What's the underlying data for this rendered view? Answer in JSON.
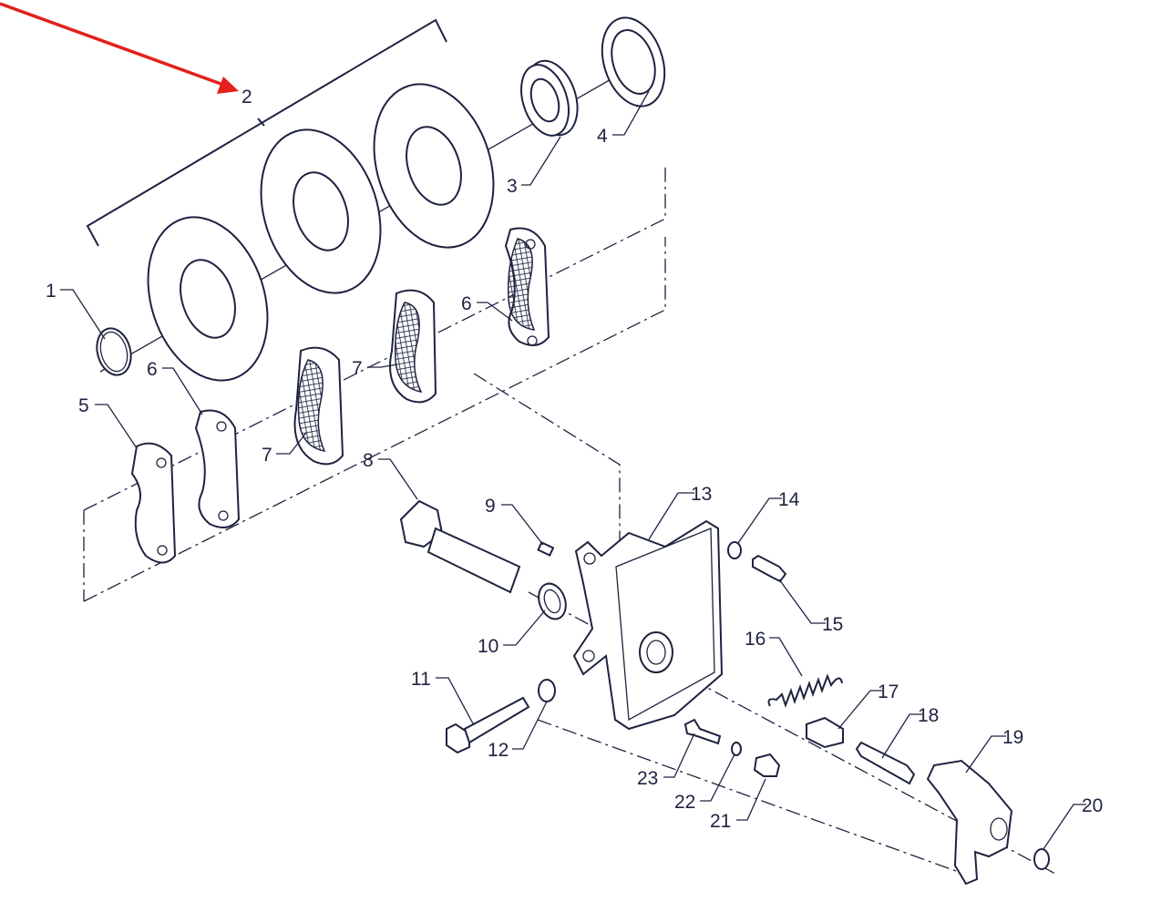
{
  "diagram": {
    "highlight_color": "#e3201b",
    "line_color": "#1e2340",
    "highlighted_callout": "2",
    "callouts": {
      "c1": "1",
      "c2": "2",
      "c3": "3",
      "c4": "4",
      "c5": "5",
      "c6a": "6",
      "c6b": "6",
      "c7a": "7",
      "c7b": "7",
      "c8": "8",
      "c9": "9",
      "c10": "10",
      "c11": "11",
      "c12": "12",
      "c13": "13",
      "c14": "14",
      "c15": "15",
      "c16": "16",
      "c17": "17",
      "c18": "18",
      "c19": "19",
      "c20": "20",
      "c21": "21",
      "c22": "22",
      "c23": "23"
    }
  }
}
